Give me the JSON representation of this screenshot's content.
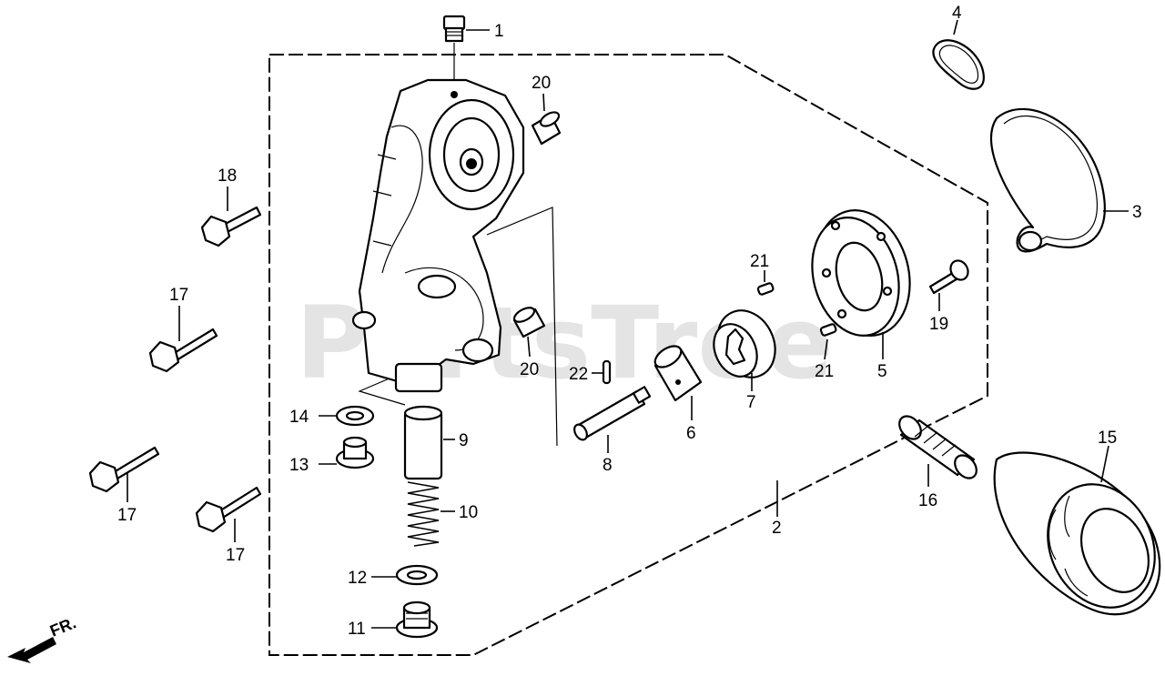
{
  "watermark": "PartsTree",
  "direction_label": "FR.",
  "callouts": {
    "c1": "1",
    "c2": "2",
    "c3": "3",
    "c4": "4",
    "c5": "5",
    "c6": "6",
    "c7": "7",
    "c8": "8",
    "c9": "9",
    "c10": "10",
    "c11": "11",
    "c12": "12",
    "c13": "13",
    "c14": "14",
    "c15": "15",
    "c16": "16",
    "c17a": "17",
    "c17b": "17",
    "c17c": "17",
    "c18": "18",
    "c19": "19",
    "c20a": "20",
    "c20b": "20",
    "c21a": "21",
    "c21b": "21",
    "c22": "22"
  }
}
